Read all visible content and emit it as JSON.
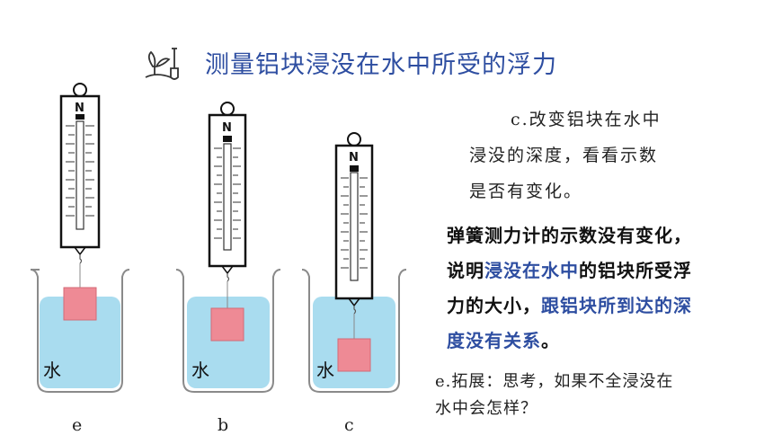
{
  "title": "测量铝块浸没在水中所受的浮力",
  "icon_name": "sprout-shovel-icon",
  "description_lines": [
    "c.改变铝块在水中",
    "浸没的深度，看看示数",
    "是否有变化。"
  ],
  "conclusion": {
    "line1": "弹簧测力计的示数没有变化，",
    "line2_a": "说明",
    "line2_b": "浸没在水中",
    "line2_c": "的铝块所受浮",
    "line3_a": "力的大小，",
    "line3_b": "跟铝块所到达的深",
    "line4_a": "度没有关系",
    "line4_b": "。"
  },
  "extension_lines": [
    "e.拓展：思考，如果不全浸没在",
    "水中会怎样？"
  ],
  "scale_unit": "N",
  "water_label": "水",
  "captions": [
    "e",
    "b",
    "c"
  ],
  "colors": {
    "title": "#2e4ea1",
    "highlight": "#2e4ea1",
    "water": "#a9dcef",
    "block": "#ee8a95",
    "block_border": "#d46a76"
  }
}
